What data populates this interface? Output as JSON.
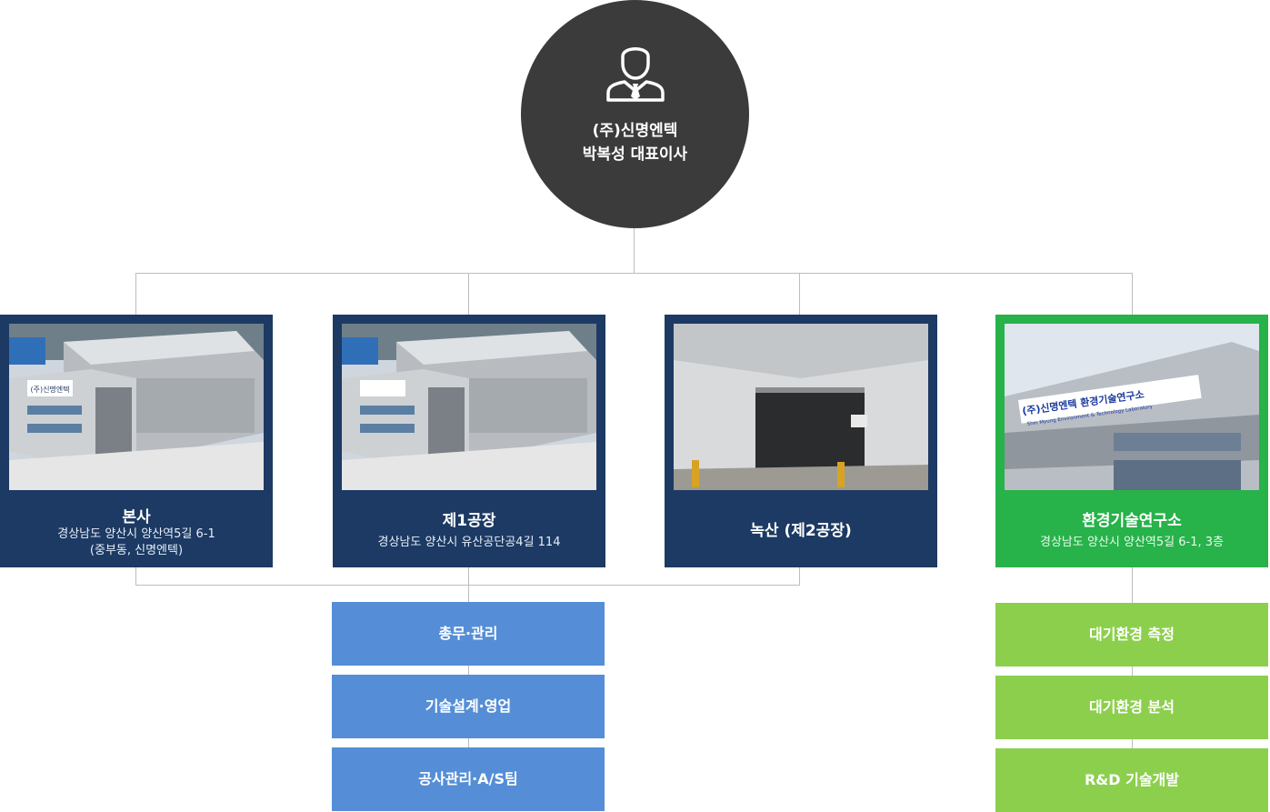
{
  "ceo": {
    "company": "(주)신명엔텍",
    "title": "박복성 대표이사",
    "icon": "businessman-icon"
  },
  "sites": [
    {
      "title": "본사",
      "address_line1": "경상남도 양산시 양산역5길 6-1",
      "address_line2": "(중부동, 신명엔텍)",
      "color": "#1c3a63"
    },
    {
      "title": "제1공장",
      "address_line1": "경상남도 양산시 유산공단공4길 114",
      "color": "#1c3a63"
    },
    {
      "title": "녹산 (제2공장)",
      "color": "#1c3a63"
    },
    {
      "title": "환경기술연구소",
      "address_line1": "경상남도 양산시 양산역5길 6-1, 3층",
      "color": "#27b24a"
    }
  ],
  "photo_signs": {
    "hq_sign": "(주)신명엔텍",
    "lab_sign": "(주)신명엔텍 환경기술연구소",
    "lab_sign_en": "Shin Myung Environment & Technology Laboratory"
  },
  "factory_departments": [
    "총무·관리",
    "기술설계·영업",
    "공사관리·A/S팀"
  ],
  "lab_departments": [
    "대기환경 측정",
    "대기환경 분석",
    "R&D 기술개발"
  ],
  "colors": {
    "ceo_circle": "#3b3b3b",
    "site_navy": "#1c3a63",
    "lab_green": "#27b24a",
    "dept_blue": "#558ed6",
    "dept_lime": "#8ccf4d",
    "connector": "#bdbdbd"
  }
}
